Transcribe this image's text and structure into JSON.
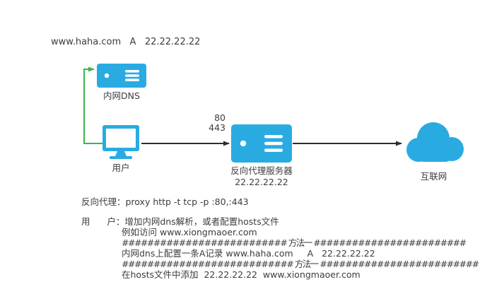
{
  "header": {
    "dns_record": "www.haha.com   A   22.22.22.22"
  },
  "nodes": {
    "dns": {
      "label": "内网DNS"
    },
    "user": {
      "label": "用户"
    },
    "proxy": {
      "label": "反向代理服务器",
      "ip": "22.22.22.22",
      "ports": [
        "80",
        "443"
      ]
    },
    "internet": {
      "label": "互联网"
    }
  },
  "notes": [
    "反向代理：proxy http -t tcp -p :80,:443",
    "用      户：增加内网dns解析，或者配置hosts文件",
    "例如访问 www.xiongmaoer.com",
    "########################## 方法一 ########################",
    "内网dns上配置一条A记录 www.haha.com     A   22.22.22.22",
    "########################### 方法一 #########################",
    "在hosts文件中添加  22.22.22.22  www.xiongmaoer.com"
  ],
  "colors": {
    "accent": "#29ABE2",
    "green_arrow": "#39B54A",
    "black_arrow": "#2e2e2e",
    "text": "#3c3c3c"
  }
}
